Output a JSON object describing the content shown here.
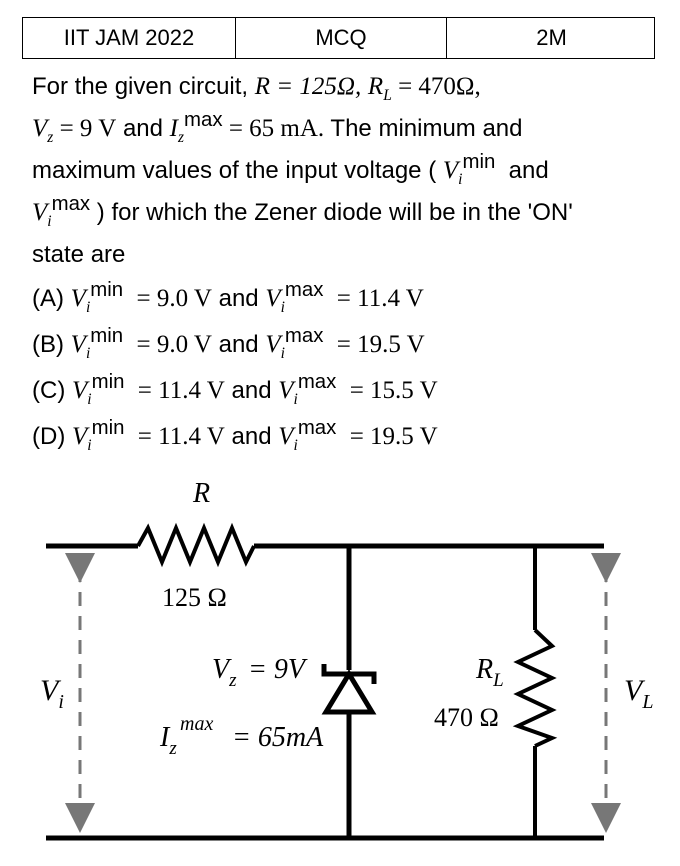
{
  "header": {
    "exam": "IIT JAM 2022",
    "type": "MCQ",
    "marks": "2M"
  },
  "question": {
    "intro": "For the given circuit,",
    "r_eq": "R = 125Ω,",
    "rl_eq": " = 470Ω,",
    "vz_eq": " = 9 V",
    "and": "and",
    "iz_eq": " = 65 mA.",
    "mid": "The minimum and",
    "line3": "maximum values of the input voltage (",
    "line3_end": "and",
    "line4": ") for which the Zener diode will be in the 'ON'",
    "line5": "state are",
    "sup_min": "min",
    "sup_max": "max"
  },
  "options": [
    {
      "label": "(A)",
      "vmin": "= 9.0 V",
      "vmax": "= 11.4 V"
    },
    {
      "label": "(B)",
      "vmin": "= 9.0 V",
      "vmax": "= 19.5 V"
    },
    {
      "label": "(C)",
      "vmin": "= 11.4 V",
      "vmax": "= 15.5 V"
    },
    {
      "label": "(D)",
      "vmin": "= 11.4 V",
      "vmax": "= 19.5 V"
    }
  ],
  "circuit": {
    "r_label": "R",
    "r_value": "125 Ω",
    "vz_label": "= 9V",
    "iz_label": "= 65mA",
    "iz_sup": "max",
    "rl_value": "470 Ω",
    "vi_label": "V",
    "vi_sub": "i",
    "vl_label": "V",
    "vl_sub": "L"
  }
}
